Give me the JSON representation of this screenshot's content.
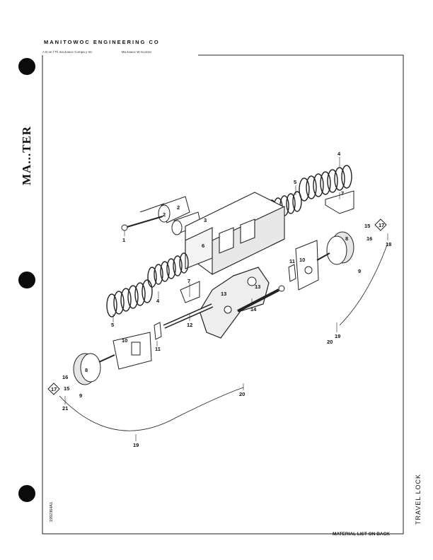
{
  "header": {
    "company": "MANITOWOC ENGINEERING CO",
    "left_text": "A D   on  f Th  ma itowoc Compa y  Inc",
    "right_text": "Ma  itowoc  W sconsin"
  },
  "margin": {
    "stamp": "MA...TER",
    "doc_code": "1992364A1"
  },
  "footer": {
    "material": "MATERIAL LIST ON BACK",
    "section": "TRAVEL LOCK"
  },
  "callouts": [
    "1",
    "2",
    "2",
    "3",
    "4",
    "4",
    "5",
    "5",
    "6",
    "7",
    "7",
    "8",
    "8",
    "9",
    "9",
    "10",
    "10",
    "11",
    "11",
    "12",
    "13",
    "13",
    "14",
    "15",
    "15",
    "16",
    "16",
    "17",
    "17",
    "18",
    "19",
    "19",
    "20",
    "20",
    "21"
  ]
}
